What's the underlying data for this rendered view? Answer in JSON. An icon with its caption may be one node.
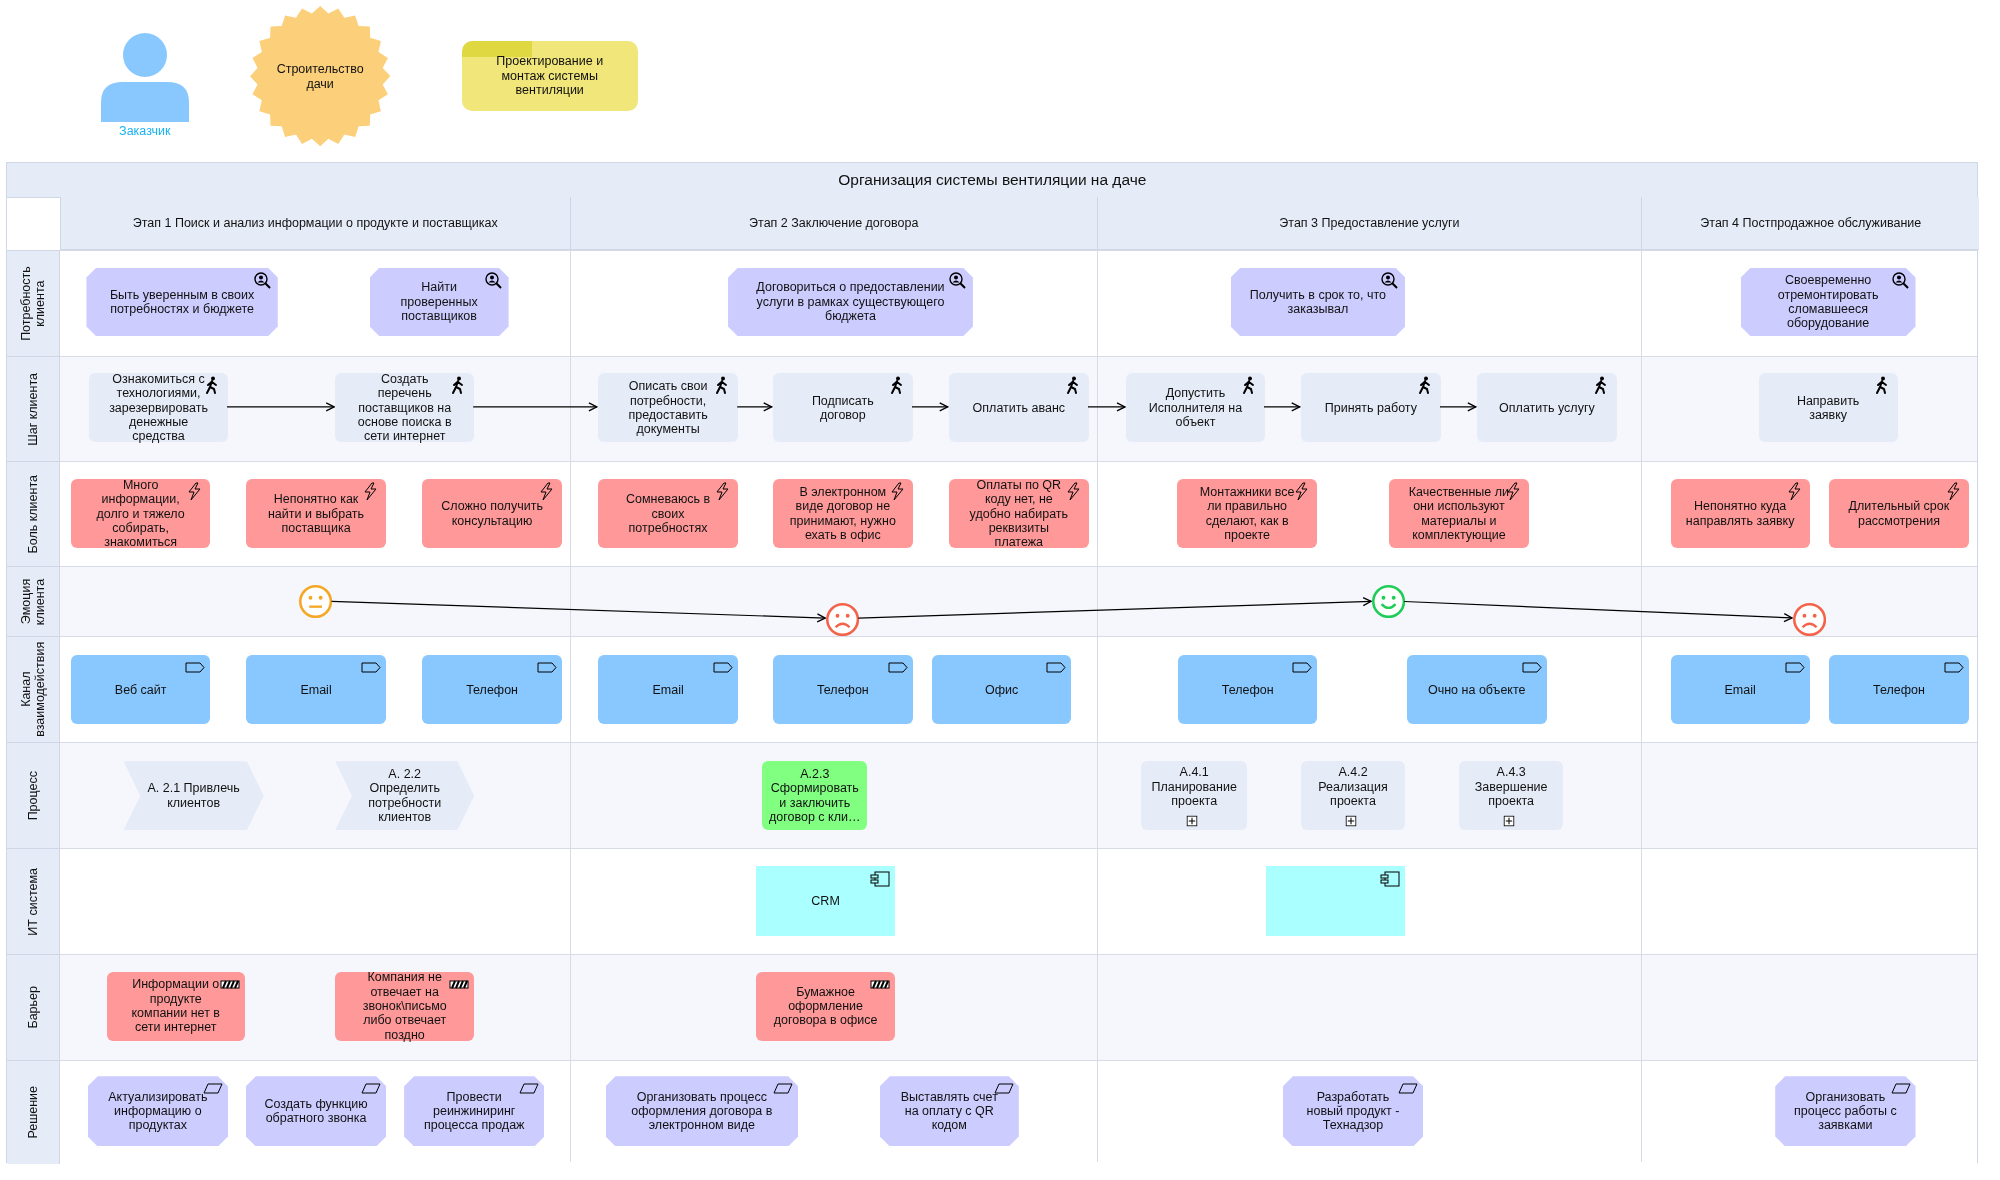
{
  "diagram": {
    "nodes": [
      {
        "text": [
          "Заказчик"
        ]
      },
      {
        "text": [
          "Строительство дачи"
        ]
      },
      {
        "text": [
          "Проектирование и монтаж системы вентиляции"
        ]
      },
      {
        "text": [
          "Организация системы вентиляции на даче"
        ]
      },
      {
        "text": [
          "Этап 1 Поиск и анализ информации о продукте и поставщиках"
        ],
        "in": 3
      },
      {
        "text": [
          "Этап 2 Заключение договора"
        ],
        "in": 3
      },
      {
        "text": [
          "Этап 3 Предоставление услуги"
        ],
        "in": 3
      },
      {
        "text": [
          "Этап 4 Постпродажное обслуживание"
        ],
        "in": 3
      },
      {
        "text": [
          "Потребность клиента"
        ],
        "in": 3
      },
      {
        "text": [
          "Шаг клиента"
        ],
        "in": 3
      },
      {
        "text": [
          "Боль клиента"
        ],
        "in": 3
      },
      {
        "text": [
          "Эмоция клиента"
        ],
        "in": 3
      },
      {
        "text": [
          "Канал взаимодействия"
        ],
        "in": 3
      },
      {
        "text": [
          "Процесс"
        ],
        "in": 3
      },
      {
        "text": [
          "ИТ система"
        ],
        "in": 3
      },
      {
        "text": [
          "Барьер"
        ],
        "in": 3
      },
      {
        "text": [
          "Решение"
        ],
        "in": 3
      },
      {
        "text": [
          "Быть уверенным в своих потребностях и бюджете"
        ],
        "in": 3
      },
      {
        "text": [
          "Найти проверенных поставщиков"
        ],
        "in": 3
      },
      {
        "text": [
          "Договориться о предоставлении услуги в рамках существующего бюджета"
        ],
        "in": 3
      },
      {
        "text": [
          "Получить в срок то, что заказывал"
        ],
        "in": 3
      },
      {
        "text": [
          "Своевременно отремонтировать сломавшееся оборудование"
        ],
        "in": 3
      },
      {
        "text": [
          "Ознакомиться с технологиями, зарезервировать денежные средства"
        ],
        "in": 3
      },
      {
        "text": [
          "Создать перечень поставщиков на основе поиска в сети интернет"
        ],
        "in": 3
      },
      {
        "text": [
          "Описать свои потребности, предоставить документы"
        ],
        "in": 3
      },
      {
        "text": [
          "Подписать договор"
        ],
        "in": 3
      },
      {
        "text": [
          "Оплатить аванс"
        ],
        "in": 3
      },
      {
        "text": [
          "Допустить Исполнителя на объект"
        ],
        "in": 3
      },
      {
        "text": [
          "Принять работу"
        ],
        "in": 3
      },
      {
        "text": [
          "Оплатить услугу"
        ],
        "in": 3
      },
      {
        "text": [
          "Направить заявку"
        ],
        "in": 3
      },
      {
        "text": [
          "Много информации, долго и тяжело собирать, знакомиться"
        ],
        "in": 3
      },
      {
        "text": [
          "Непонятно как найти и выбрать поставщика"
        ],
        "in": 3
      },
      {
        "text": [
          "Сложно получить консультацию"
        ],
        "in": 3
      },
      {
        "text": [
          "Сомневаюсь в своих потребностях"
        ],
        "in": 3
      },
      {
        "text": [
          "В электронном виде договор не принимают, нужно ехать в офис"
        ],
        "in": 3
      },
      {
        "text": [
          "Оплаты по QR коду нет, не удобно набирать реквизиты платежа"
        ],
        "in": 3
      },
      {
        "text": [
          "Монтажники все ли правильно сделают, как в проекте"
        ],
        "in": 3
      },
      {
        "text": [
          "Качественные ли они используют материалы и комплектующие"
        ],
        "in": 3
      },
      {
        "text": [
          "Непонятно куда направлять заявку"
        ],
        "in": 3
      },
      {
        "text": [
          "Длительный срок рассмотрения"
        ],
        "in": 3
      },
      {
        "text": [],
        "shape": "neutral-face",
        "in": 3
      },
      {
        "text": [],
        "shape": "sad-face",
        "in": 3
      },
      {
        "text": [],
        "shape": "happy-face",
        "in": 3
      },
      {
        "text": [],
        "shape": "sad-face",
        "in": 3
      },
      {
        "text": [
          "Веб сайт"
        ],
        "in": 3
      },
      {
        "text": [
          "Email"
        ],
        "in": 3
      },
      {
        "text": [
          "Телефон"
        ],
        "in": 3
      },
      {
        "text": [
          "Email"
        ],
        "in": 3
      },
      {
        "text": [
          "Телефон"
        ],
        "in": 3
      },
      {
        "text": [
          "Офис"
        ],
        "in": 3
      },
      {
        "text": [
          "Телефон"
        ],
        "in": 3
      },
      {
        "text": [
          "Очно на объекте"
        ],
        "in": 3
      },
      {
        "text": [
          "Email"
        ],
        "in": 3
      },
      {
        "text": [
          "Телефон"
        ],
        "in": 3
      },
      {
        "text": [
          "А. 2.1 Привлечь клиентов"
        ],
        "in": 3
      },
      {
        "text": [
          "А. 2.2 Определить потребности клиентов"
        ],
        "in": 3
      },
      {
        "text": [
          "А.2.3 Сформировать и заключить договор с кли…"
        ],
        "in": 3
      },
      {
        "text": [
          "А.4.1 Планирование проекта"
        ],
        "in": 3
      },
      {
        "text": [
          "А.4.2 Реализация проекта"
        ],
        "in": 3
      },
      {
        "text": [
          "А.4.3 Завершение проекта"
        ],
        "in": 3
      },
      {
        "text": [
          "CRM"
        ],
        "in": 3
      },
      {
        "text": [],
        "shape": "box",
        "in": 3
      },
      {
        "text": [
          "Информации о продукте компании нет в сети интернет"
        ],
        "in": 3
      },
      {
        "text": [
          "Компания не отвечает на звонок\\письмо либо отвечает поздно"
        ],
        "in": 3
      },
      {
        "text": [
          "Бумажное оформление договора в офисе"
        ],
        "in": 3
      },
      {
        "text": [
          "Актуализировать информацию о продуктах"
        ],
        "in": 3
      },
      {
        "text": [
          "Создать функцию обратного звонка"
        ],
        "in": 3
      },
      {
        "text": [
          "Провести реинжиниринг процесса продаж"
        ],
        "in": 3
      },
      {
        "text": [
          "Организовать процесс оформления договора в электронном виде"
        ],
        "in": 3
      },
      {
        "text": [
          "Выставлять счет на оплату с QR кодом"
        ],
        "in": 3
      },
      {
        "text": [
          "Разработать новый продукт - Технадзор"
        ],
        "in": 3
      },
      {
        "text": [
          "Организовать процесс работы с заявками"
        ],
        "in": 3
      }
    ],
    "edges": [
      {
        "from": 22,
        "to": 23,
        "arrow": "to"
      },
      {
        "from": 23,
        "to": 24,
        "arrow": "to"
      },
      {
        "from": 24,
        "to": 25,
        "arrow": "to"
      },
      {
        "from": 25,
        "to": 26,
        "arrow": "to"
      },
      {
        "from": 26,
        "to": 27,
        "arrow": "to"
      },
      {
        "from": 27,
        "to": 28,
        "arrow": "to"
      },
      {
        "from": 28,
        "to": 29,
        "arrow": "to"
      },
      {
        "from": 41,
        "to": 42,
        "arrow": "to"
      },
      {
        "from": 42,
        "to": 43,
        "arrow": "to"
      },
      {
        "from": 43,
        "to": 44,
        "arrow": "to"
      }
    ]
  }
}
